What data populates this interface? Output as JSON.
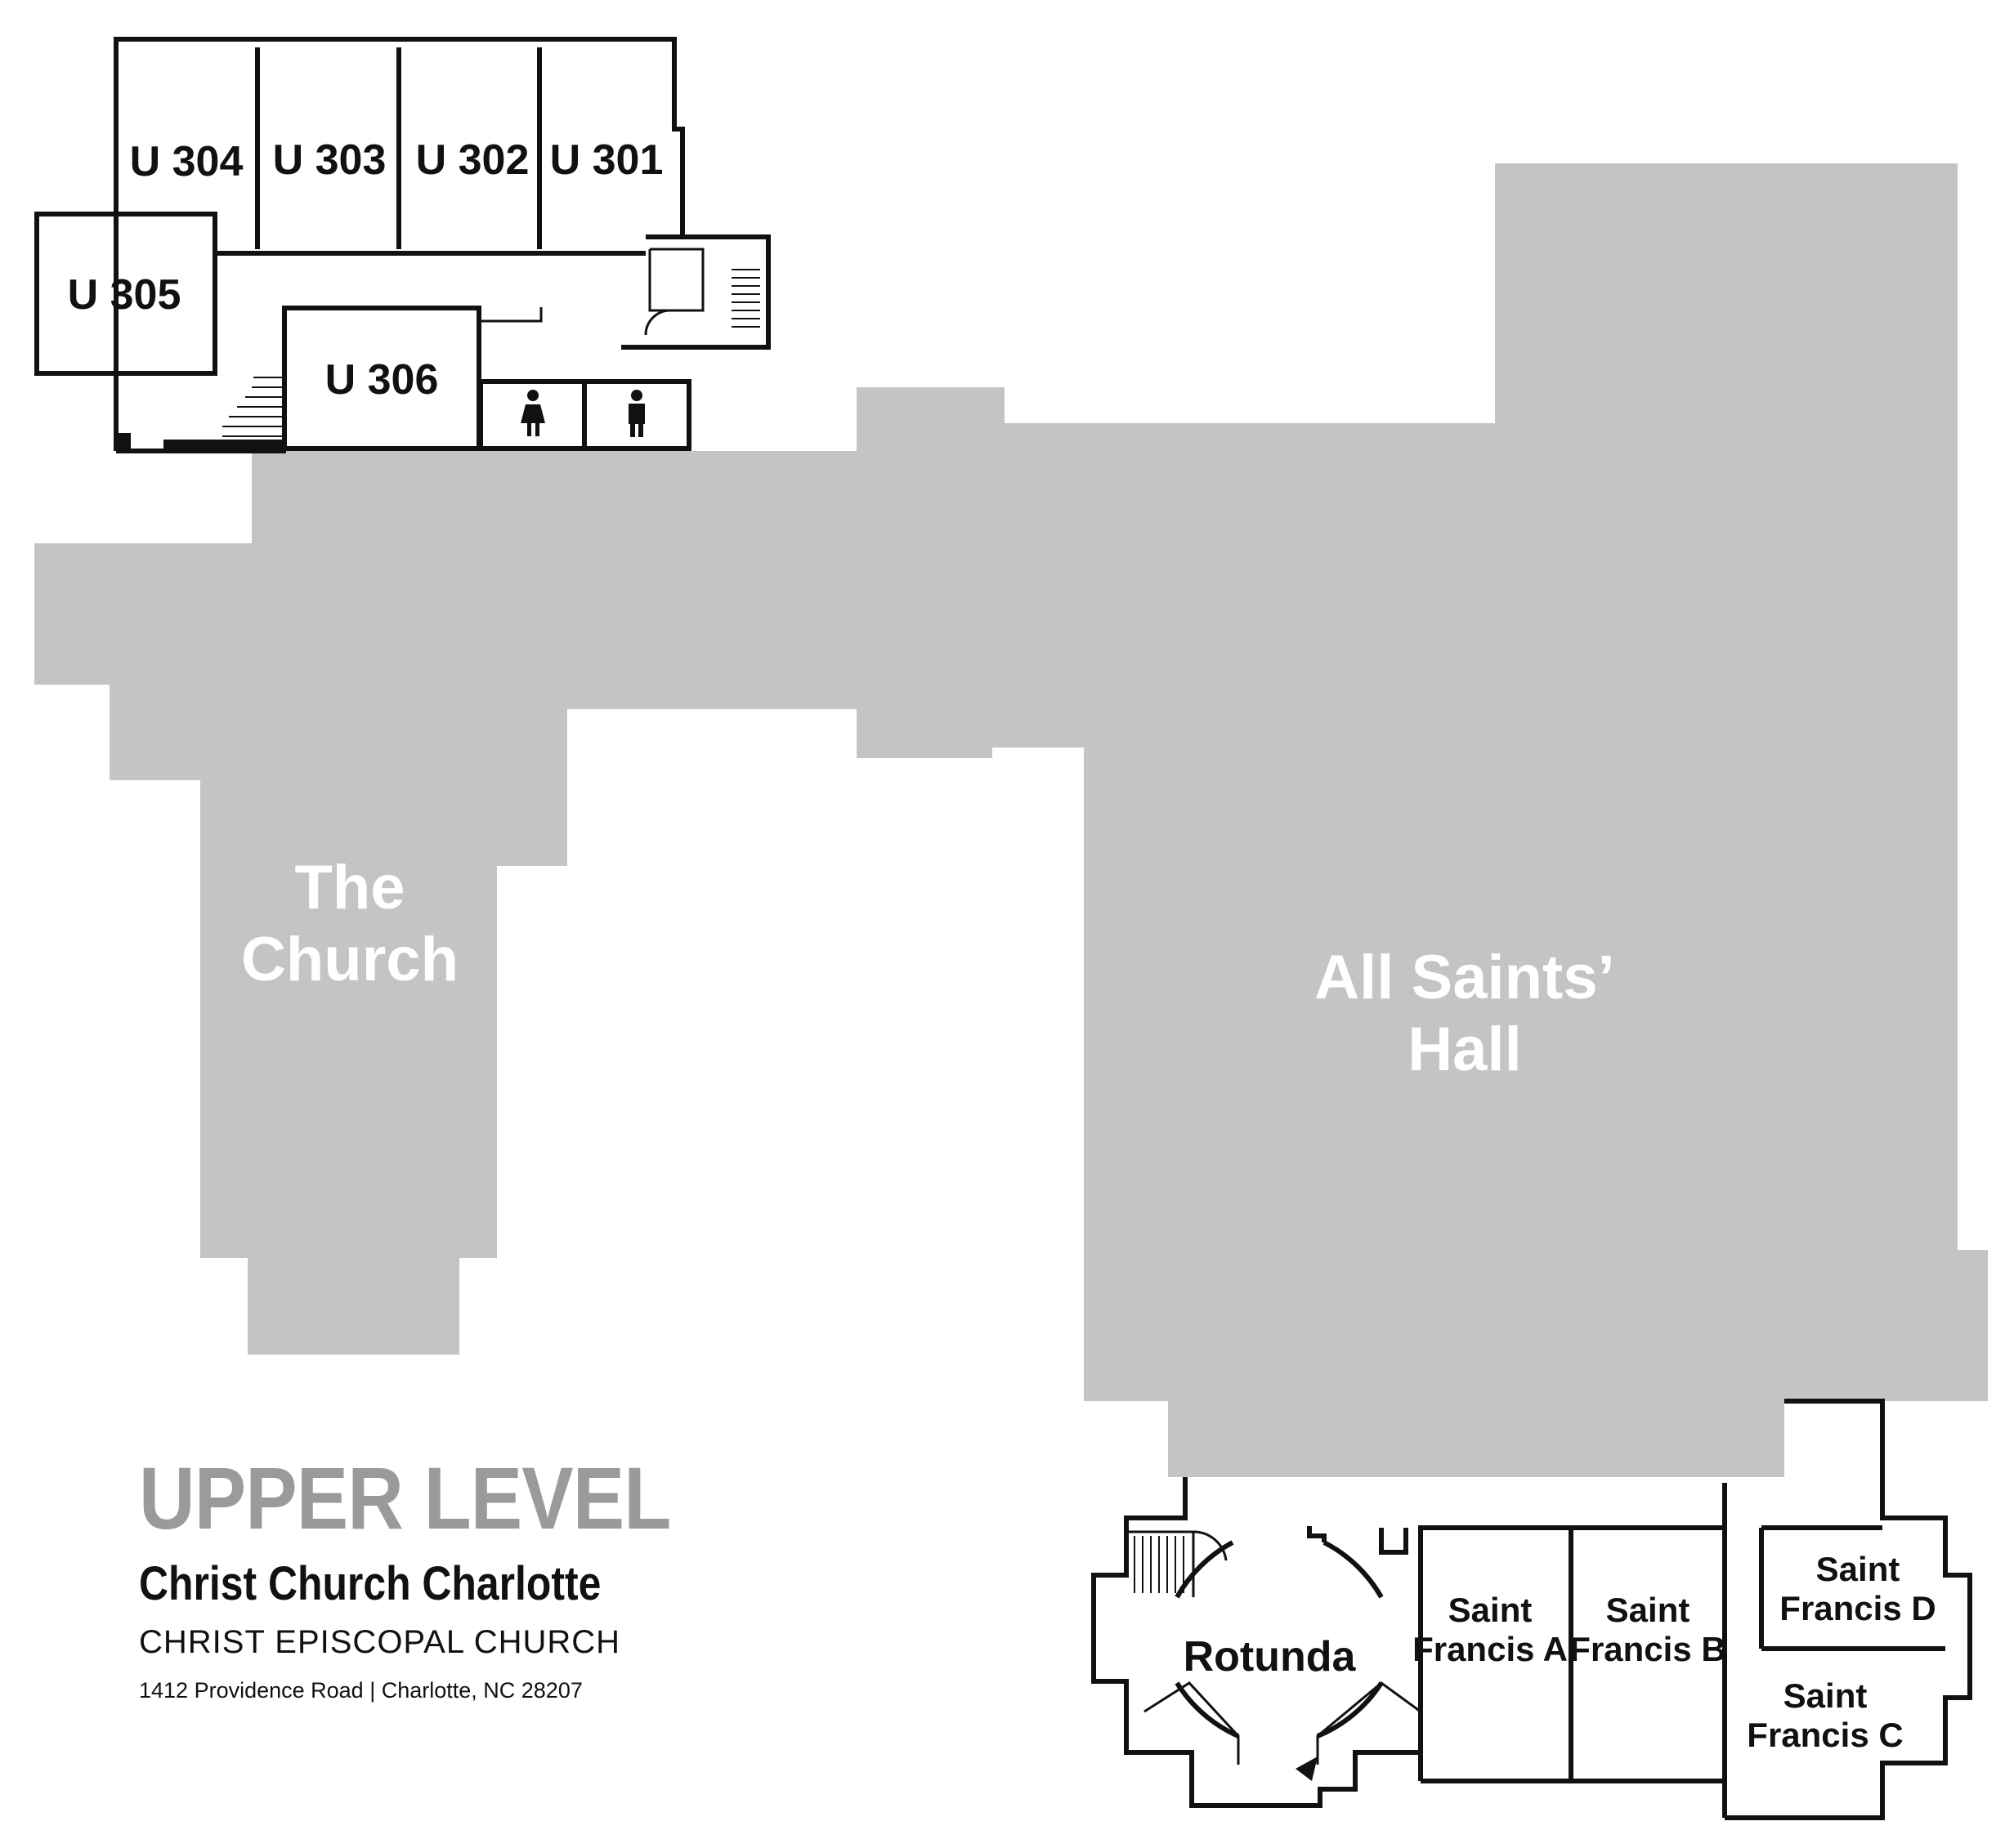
{
  "map": {
    "colors": {
      "building_fill": "#c4c4c4",
      "wall": "#111111",
      "label_dark": "#111111",
      "label_light": "#ffffff",
      "title_gray": "#9a9a9a",
      "background": "#ffffff"
    },
    "rooms": {
      "u304": "U 304",
      "u303": "U 303",
      "u302": "U 302",
      "u301": "U 301",
      "u305": "U 305",
      "u306": "U 306"
    },
    "areas": {
      "church_line1": "The",
      "church_line2": "Church",
      "hall_line1": "All Saints’",
      "hall_line2": "Hall"
    },
    "annex": {
      "rotunda": "Rotunda",
      "sfa_line1": "Saint",
      "sfa_line2": "Francis A",
      "sfb_line1": "Saint",
      "sfb_line2": "Francis B",
      "sfc_line1": "Saint",
      "sfc_line2": "Francis C",
      "sfd_line1": "Saint",
      "sfd_line2": "Francis D"
    },
    "icons": {
      "women": "womens-restroom-icon",
      "men": "mens-restroom-icon",
      "stairs": "stairs-icon"
    }
  },
  "legend": {
    "title": "UPPER LEVEL",
    "name": "Christ Church Charlotte",
    "subtitle": "CHRIST EPISCOPAL CHURCH",
    "address": "1412 Providence Road | Charlotte, NC 28207"
  }
}
